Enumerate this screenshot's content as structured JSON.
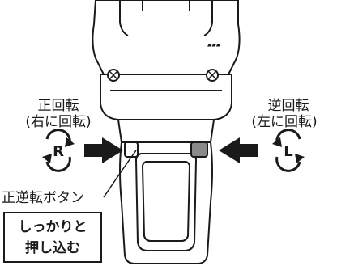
{
  "labels": {
    "forward_title": "正回転",
    "forward_sub": "(右に回転)",
    "reverse_title": "逆回転",
    "reverse_sub": "(左に回転)",
    "button_label": "正逆転ボタン",
    "instruction_line1": "しっかりと",
    "instruction_line2": "押し込む",
    "rotate_right_letter": "R",
    "rotate_left_letter": "L"
  },
  "colors": {
    "line": "#1a1a1a",
    "fill": "#ffffff",
    "button_gray": "#8a8a8a"
  },
  "icons": {
    "right_rotation": "clockwise-circle-icon",
    "left_rotation": "counterclockwise-circle-icon",
    "push_arrow_right": "arrow-right-icon",
    "push_arrow_left": "arrow-left-icon"
  }
}
